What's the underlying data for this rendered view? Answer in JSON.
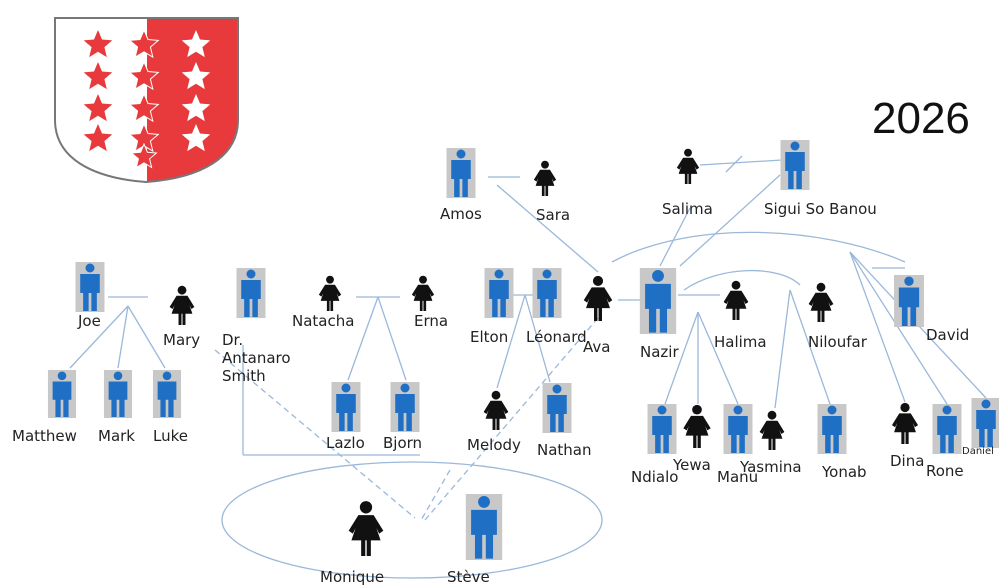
{
  "year": "2026",
  "colors": {
    "male": "#1f6fc4",
    "male_bg": "#c8c8c8",
    "female": "#111111",
    "line": "#9bb8da",
    "flag_red": "#e8393c",
    "flag_white": "#ffffff",
    "flag_border": "#777777"
  },
  "icons": {
    "male": "man-icon",
    "female": "woman-icon",
    "flag": "valais-flag"
  },
  "people": [
    {
      "id": "amos",
      "label": "Amos",
      "sex": "m"
    },
    {
      "id": "sara",
      "label": "Sara",
      "sex": "f"
    },
    {
      "id": "salima",
      "label": "Salima",
      "sex": "f"
    },
    {
      "id": "sigui",
      "label": "Sigui So Banou",
      "sex": "m"
    },
    {
      "id": "joe",
      "label": "Joe",
      "sex": "m"
    },
    {
      "id": "mary",
      "label": "Mary",
      "sex": "f"
    },
    {
      "id": "antanaro",
      "label": "Dr.\nAntanaro\nSmith",
      "sex": "m"
    },
    {
      "id": "natacha",
      "label": "Natacha",
      "sex": "f"
    },
    {
      "id": "erna",
      "label": "Erna",
      "sex": "f"
    },
    {
      "id": "elton",
      "label": "Elton",
      "sex": "m"
    },
    {
      "id": "leonard",
      "label": "Léonard",
      "sex": "m"
    },
    {
      "id": "ava",
      "label": "Ava",
      "sex": "f"
    },
    {
      "id": "nazir",
      "label": "Nazir",
      "sex": "m"
    },
    {
      "id": "halima",
      "label": "Halima",
      "sex": "f"
    },
    {
      "id": "niloufar",
      "label": "Niloufar",
      "sex": "f"
    },
    {
      "id": "david",
      "label": "David",
      "sex": "m"
    },
    {
      "id": "matthew",
      "label": "Matthew",
      "sex": "m"
    },
    {
      "id": "mark",
      "label": "Mark",
      "sex": "m"
    },
    {
      "id": "luke",
      "label": "Luke",
      "sex": "m"
    },
    {
      "id": "lazlo",
      "label": "Lazlo",
      "sex": "m"
    },
    {
      "id": "bjorn",
      "label": "Bjorn",
      "sex": "m"
    },
    {
      "id": "melody",
      "label": "Melody",
      "sex": "f"
    },
    {
      "id": "nathan",
      "label": "Nathan",
      "sex": "m"
    },
    {
      "id": "ndialo",
      "label": "Ndialo",
      "sex": "m"
    },
    {
      "id": "yewa",
      "label": "Yewa",
      "sex": "f"
    },
    {
      "id": "manu",
      "label": "Manu",
      "sex": "m"
    },
    {
      "id": "yasmina",
      "label": "Yasmina",
      "sex": "f"
    },
    {
      "id": "yonab",
      "label": "Yonab",
      "sex": "m"
    },
    {
      "id": "dina",
      "label": "Dina",
      "sex": "f"
    },
    {
      "id": "rone",
      "label": "Rone",
      "sex": "m"
    },
    {
      "id": "daniel",
      "label": "Daniel",
      "sex": "m"
    },
    {
      "id": "monique",
      "label": "Monique",
      "sex": "f"
    },
    {
      "id": "steve",
      "label": "Stève",
      "sex": "m"
    }
  ]
}
